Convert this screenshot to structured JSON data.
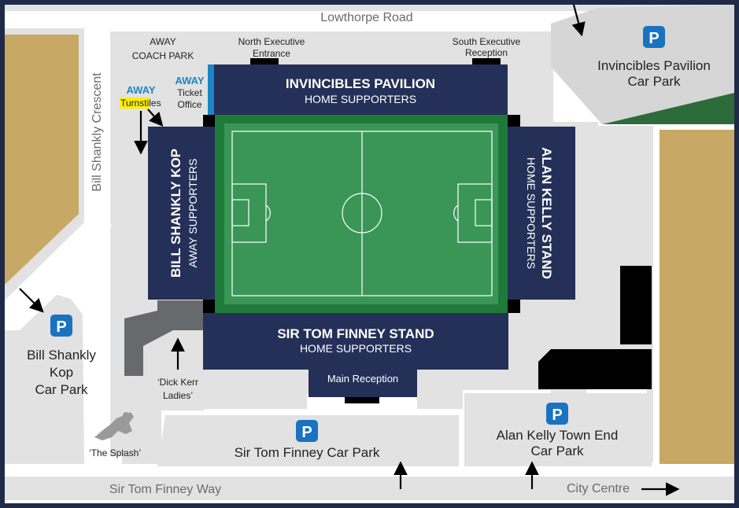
{
  "colors": {
    "frame": "#1f2a48",
    "road": "#ffffff",
    "ground": "#e2e2e2",
    "sand": "#c8a865",
    "stand": "#243058",
    "pitch_outer": "#1f7a3a",
    "pitch": "#3a9657",
    "parking": "#1a73c0",
    "away": "#1a86c8",
    "highlight": "#ffee00",
    "concourse": "#666a6c",
    "building": "#000000"
  },
  "roads": {
    "lowthorpe": "Lowthorpe Road",
    "shankly_crescent": "Bill Shankly Crescent",
    "finney_way": "Sir Tom Finney Way",
    "city_centre": "City Centre"
  },
  "stands": {
    "north": {
      "title": "INVINCIBLES PAVILION",
      "sub": "HOME SUPPORTERS"
    },
    "south": {
      "title": "SIR TOM FINNEY STAND",
      "sub": "HOME SUPPORTERS"
    },
    "west": {
      "title": "BILL SHANKLY KOP",
      "sub": "AWAY SUPPORTERS"
    },
    "east": {
      "title": "ALAN KELLY STAND",
      "sub": "HOME SUPPORTERS"
    },
    "main_reception": "Main Reception"
  },
  "labels": {
    "away_coach_1": "AWAY",
    "away_coach_2": "COACH PARK",
    "north_exec_1": "North Executive",
    "north_exec_2": "Entrance",
    "south_exec_1": "South Executive",
    "south_exec_2": "Reception",
    "away_turn_1": "AWAY",
    "away_turn_hl": "Turnst",
    "away_turn_rest": "iles",
    "away_ticket_1": "AWAY",
    "away_ticket_2": "Ticket",
    "away_ticket_3": "Office",
    "dick_kerr_1": "‘Dick Kerr",
    "dick_kerr_2": "Ladies’",
    "splash": "‘The Splash’"
  },
  "car_parks": {
    "icon": "P",
    "invincibles_1": "Invincibles Pavilion",
    "invincibles_2": "Car Park",
    "shankly_1": "Bill Shankly",
    "shankly_2": "Kop",
    "shankly_3": "Car Park",
    "finney": "Sir Tom Finney Car Park",
    "kelly_1": "Alan Kelly Town End",
    "kelly_2": "Car Park"
  }
}
